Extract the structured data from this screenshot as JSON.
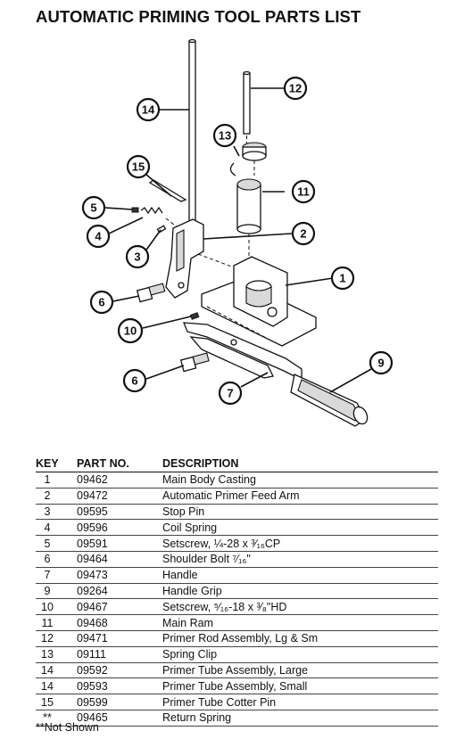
{
  "title": "AUTOMATIC PRIMING TOOL PARTS LIST",
  "callouts": [
    "14",
    "12",
    "13",
    "15",
    "11",
    "5",
    "4",
    "2",
    "3",
    "1",
    "6",
    "10",
    "9",
    "6",
    "7"
  ],
  "table": {
    "headers": [
      "KEY",
      "PART NO.",
      "DESCRIPTION"
    ],
    "rows": [
      {
        "key": "1",
        "part": "09462",
        "desc": "Main Body Casting"
      },
      {
        "key": "2",
        "part": "09472",
        "desc": "Automatic Primer Feed Arm"
      },
      {
        "key": "3",
        "part": "09595",
        "desc": "Stop Pin"
      },
      {
        "key": "4",
        "part": "09596",
        "desc": "Coil Spring"
      },
      {
        "key": "5",
        "part": "09591",
        "desc": "Setscrew, ¼-28 x ³⁄₁₆CP"
      },
      {
        "key": "6",
        "part": "09464",
        "desc": "Shoulder Bolt ⁷⁄₁₆\""
      },
      {
        "key": "7",
        "part": "09473",
        "desc": "Handle"
      },
      {
        "key": "9",
        "part": "09264",
        "desc": "Handle Grip"
      },
      {
        "key": "10",
        "part": "09467",
        "desc": "Setscrew, ⁵⁄₁₆-18 x ³⁄₈\"HD"
      },
      {
        "key": "11",
        "part": "09468",
        "desc": "Main Ram"
      },
      {
        "key": "12",
        "part": "09471",
        "desc": "Primer Rod Assembly, Lg & Sm"
      },
      {
        "key": "13",
        "part": "09111",
        "desc": "Spring Clip"
      },
      {
        "key": "14",
        "part": "09592",
        "desc": "Primer Tube Assembly, Large"
      },
      {
        "key": "14",
        "part": "09593",
        "desc": "Primer Tube Assembly, Small"
      },
      {
        "key": "15",
        "part": "09599",
        "desc": "Primer Tube Cotter Pin"
      },
      {
        "key": "**",
        "part": "09465",
        "desc": "Return Spring"
      }
    ]
  },
  "footnote": "**Not Shown"
}
